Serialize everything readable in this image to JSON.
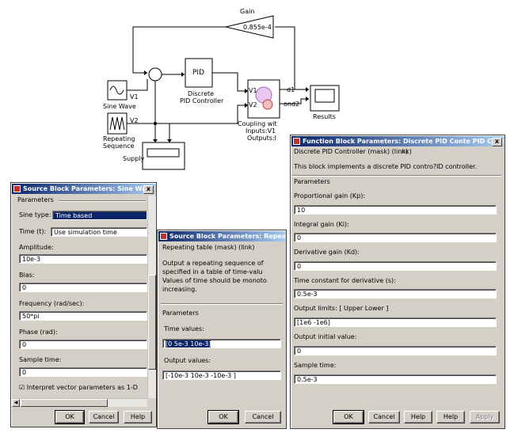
{
  "diagram": {
    "gain_title": "Gain",
    "gain_value": "0.855e-4",
    "pid_label": "PID",
    "pid_caption1": "Discrete",
    "pid_caption2": "PID Controller",
    "sine_label": "Sine Wave",
    "rep_label1": "Repeating",
    "rep_label2": "Sequence",
    "v1": "V1",
    "v2": "V2",
    "results_label": "Results",
    "supply_label": "Supply",
    "coupling_line1": "Coupling wit",
    "coupling_line2": "Inputs:V1",
    "coupling_line3": "Outputs:I",
    "port_v1": "V1",
    "port_v2": "V2",
    "port_out1": "d1",
    "port_out2": "ond2"
  },
  "sine_dialog": {
    "title": "Source Block Parameters: Sine Wave",
    "close": "x",
    "params_header": "Parameters",
    "sine_type_label": "Sine type:",
    "sine_type_value": "Time based",
    "time_label": "Time (t):",
    "time_value": "Use simulation time",
    "amplitude_label": "Amplitude:",
    "amplitude_value": "10e-3",
    "bias_label": "Bias:",
    "bias_value": "0",
    "freq_label": "Frequency (rad/sec):",
    "freq_value": "50*pi",
    "phase_label": "Phase (rad):",
    "phase_value": "0",
    "sample_label": "Sample time:",
    "sample_value": "0",
    "interpret_label": "Interpret vector parameters as 1-D",
    "ok": "OK",
    "cancel": "Cancel",
    "help": "Help"
  },
  "rep_dialog": {
    "title": "Source Block Parameters: Repea",
    "mask_header": "Repeating table (mask) (link)",
    "desc": [
      "Output a repeating sequence of",
      "specified in a table of time-valu",
      "Values of time should be monoto",
      "increasing."
    ],
    "params_header": "Parameters",
    "time_label": "Time values:",
    "time_value": "[0 5e-3 10e-3]",
    "output_label": "Output values:",
    "output_value": "[-10e-3 10e-3 -10e-3 ]",
    "ok": "OK",
    "cancel": "Cancel"
  },
  "pid_dialog": {
    "title": "Function Block Parameters: Discrete PID Conte PID Controller",
    "close": "x",
    "mask_header": "Discrete PID Controller (mask) (link)",
    "mask_tail": "nk)",
    "desc": "This block implements a discrete PID contro?ID controller.",
    "params_header": "Parameters",
    "kp_label": "Proportional gain (Kp):",
    "kp_value": "10",
    "ki_label": "Integral gain (Ki):",
    "ki_value": "0",
    "kd_label": "Derivative gain (Kd):",
    "kd_value": "0",
    "tc_label": "Time constant for derivative (s):",
    "tc_value": "0.5e-3",
    "limits_label": "Output limits: [ Upper  Lower ]",
    "limits_value": "[1e6 -1e6]",
    "init_label": "Output initial value:",
    "init_value": "0",
    "sample_label": "Sample time:",
    "sample_value": "0.5e-3",
    "ok": "OK",
    "cancel": "Cancel",
    "help": "Help",
    "help2": "Help",
    "apply": "Apply"
  }
}
